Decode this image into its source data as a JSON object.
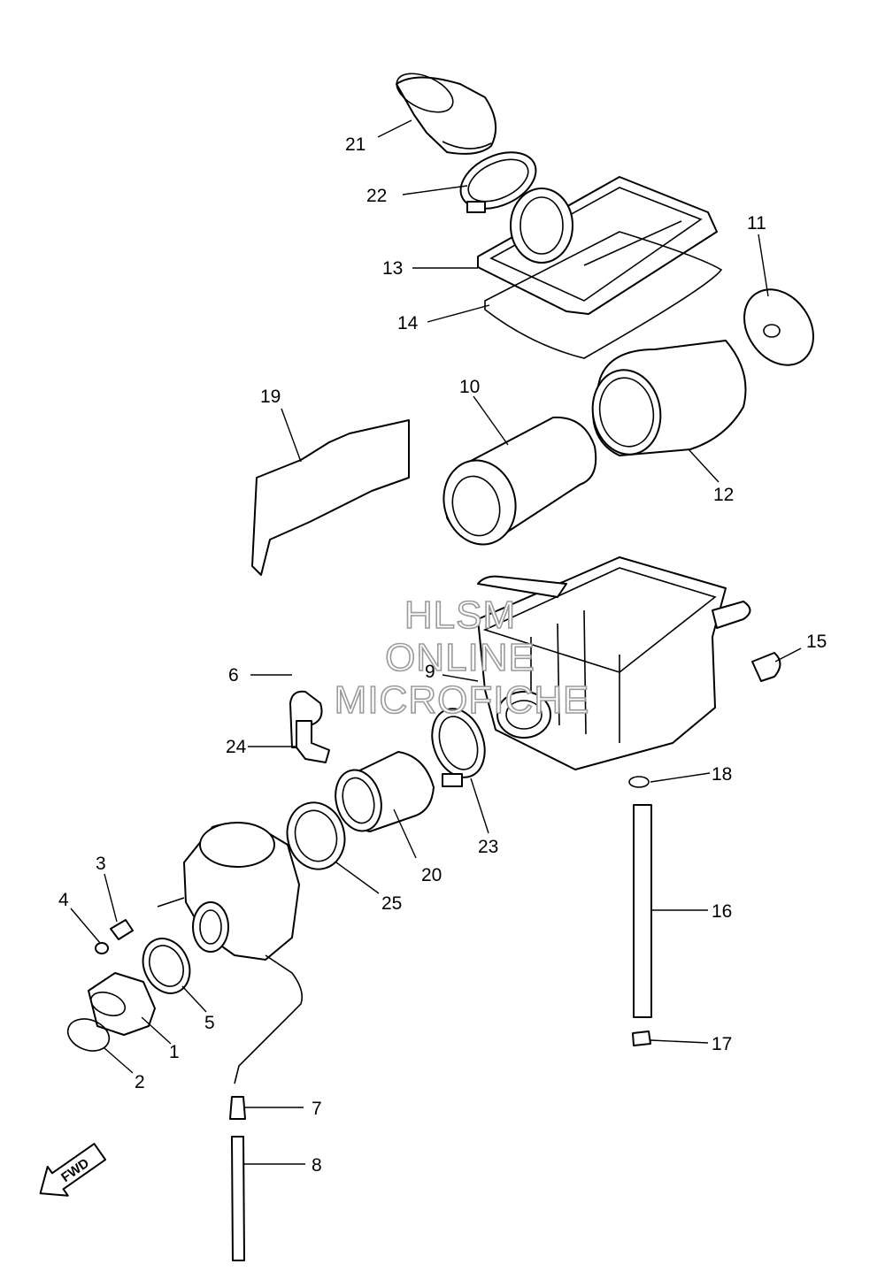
{
  "callouts": {
    "c1": "1",
    "c2": "2",
    "c3": "3",
    "c4": "4",
    "c5": "5",
    "c6": "6",
    "c7": "7",
    "c8": "8",
    "c9": "9",
    "c10": "10",
    "c11": "11",
    "c12": "12",
    "c13": "13",
    "c14": "14",
    "c15": "15",
    "c16": "16",
    "c17": "17",
    "c18": "18",
    "c19": "19",
    "c20": "20",
    "c21": "21",
    "c22": "22",
    "c23": "23",
    "c24": "24",
    "c25": "25"
  },
  "watermark": {
    "line1": "HLSM",
    "line2": "ONLINE",
    "line3": "MICROFICHE"
  },
  "direction": {
    "label": "FWD"
  }
}
